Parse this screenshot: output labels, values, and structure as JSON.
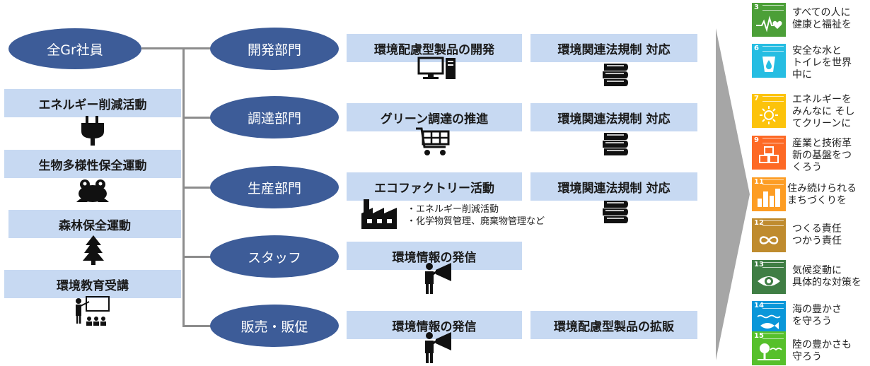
{
  "root": {
    "label": "全Gr社員"
  },
  "activities": [
    {
      "label": "エネルギー削減活動",
      "icon": "plug-icon"
    },
    {
      "label": "生物多様性保全運動",
      "icon": "frog-icon"
    },
    {
      "label": "森林保全運動",
      "icon": "tree-icon"
    },
    {
      "label": "環境教育受講",
      "icon": "classroom-icon"
    }
  ],
  "departments": [
    {
      "label": "開発部門",
      "task": "環境配慮型製品の開発",
      "task_icon": "computer-icon",
      "extra": "環境関連法規制 対応",
      "extra_icon": "books-icon"
    },
    {
      "label": "調達部門",
      "task": "グリーン調達の推進",
      "task_icon": "cart-icon",
      "extra": "環境関連法規制 対応",
      "extra_icon": "books-icon"
    },
    {
      "label": "生産部門",
      "task": "エコファクトリー活動",
      "task_icon": "factory-icon",
      "notes": [
        "・エネルギー削減活動",
        "・化学物質管理、廃棄物管理など"
      ],
      "extra": "環境関連法規制 対応",
      "extra_icon": "books-icon"
    },
    {
      "label": "スタッフ",
      "task": "環境情報の発信",
      "task_icon": "megaphone-icon"
    },
    {
      "label": "販売・販促",
      "task": "環境情報の発信",
      "task_icon": "megaphone-icon",
      "extra": "環境配慮型製品の拡販"
    }
  ],
  "sdgs": [
    {
      "number": "3",
      "text": "すべての人に\n健康と福祉を",
      "color": "#4c9f38",
      "icon": "heartbeat-icon"
    },
    {
      "number": "6",
      "text": "安全な水と\nトイレを世界\n中に",
      "color": "#26bde2",
      "icon": "water-drop-icon"
    },
    {
      "number": "7",
      "text": "エネルギーを\nみんなに そし\nてクリーンに",
      "color": "#fcc30b",
      "icon": "sun-icon"
    },
    {
      "number": "9",
      "text": "産業と技術革\n新の基盤をつ\nくろう",
      "color": "#fd6925",
      "icon": "cubes-icon"
    },
    {
      "number": "11",
      "text": "住み続けられる\nまちづくりを",
      "color": "#fd9d24",
      "icon": "city-icon"
    },
    {
      "number": "12",
      "text": "つくる責任\nつかう責任",
      "color": "#bf8b2e",
      "icon": "infinity-icon"
    },
    {
      "number": "13",
      "text": "気候変動に\n具体的な対策を",
      "color": "#3f7e44",
      "icon": "eye-globe-icon"
    },
    {
      "number": "14",
      "text": "海の豊かさ\nを守ろう",
      "color": "#0a97d9",
      "icon": "fish-icon"
    },
    {
      "number": "15",
      "text": "陸の豊かさも\n守ろう",
      "color": "#56c02b",
      "icon": "tree-bird-icon"
    }
  ]
}
